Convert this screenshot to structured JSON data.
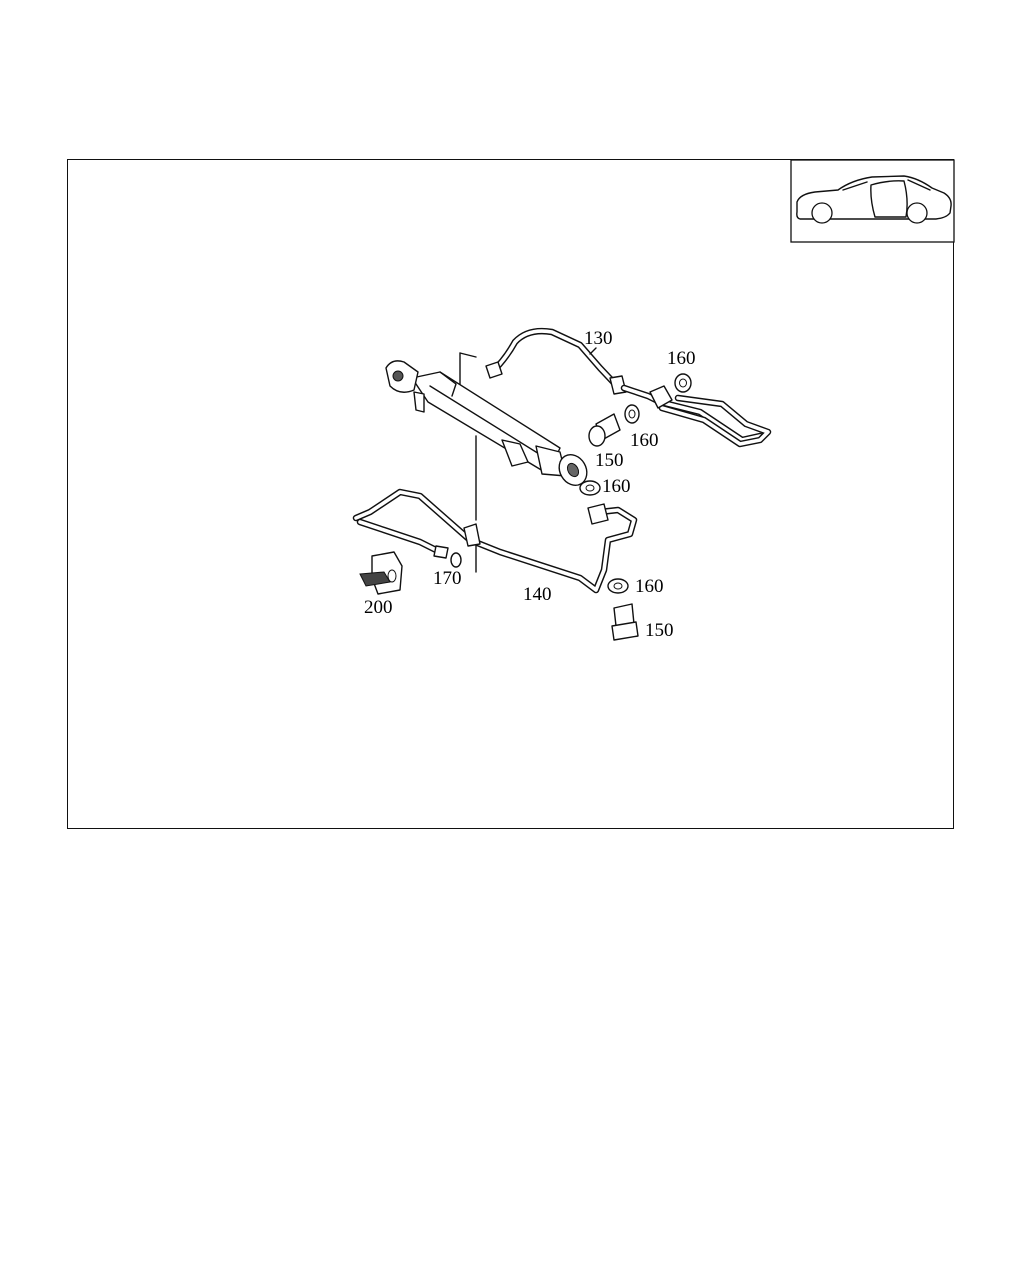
{
  "callouts": [
    {
      "id": "130",
      "label": "130"
    },
    {
      "id": "160a",
      "label": "160"
    },
    {
      "id": "160b",
      "label": "160"
    },
    {
      "id": "150a",
      "label": "150"
    },
    {
      "id": "160c",
      "label": "160"
    },
    {
      "id": "170",
      "label": "170"
    },
    {
      "id": "140",
      "label": "140"
    },
    {
      "id": "160d",
      "label": "160"
    },
    {
      "id": "200",
      "label": "200"
    },
    {
      "id": "150b",
      "label": "150"
    }
  ]
}
